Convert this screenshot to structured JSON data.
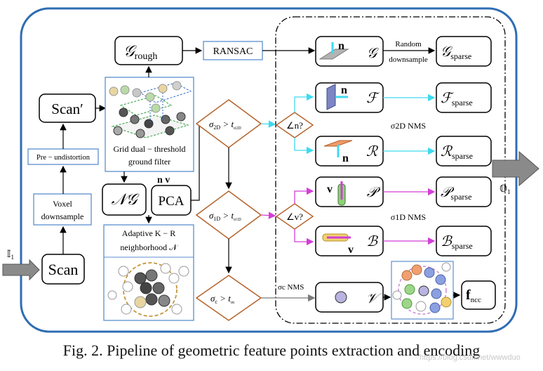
{
  "nodes": {
    "scan": "Scan",
    "scan_prime": "Scan′",
    "voxel_line1": "Voxel",
    "voxel_line2": "downsample",
    "pre_undistortion": "Pre − undistortion",
    "g_rough": "𝒢",
    "g_rough_sub": "rough",
    "ransac": "RANSAC",
    "grid_filter_line1": "Grid dual − threshold",
    "grid_filter_line2": "ground filter",
    "ng": "𝒩𝒢",
    "pca": "PCA",
    "nv_label": "n  v",
    "adaptive_line1": "Adaptive K − R",
    "adaptive_line2": "neighborhood 𝒩",
    "g": "𝒢",
    "f": "ℱ",
    "r": "ℛ",
    "p": "𝒫",
    "bset": "ℬ",
    "vset": "𝒱",
    "g_sparse": "𝒢",
    "f_sparse": "ℱ",
    "r_sparse": "ℛ",
    "p_sparse": "𝒫",
    "b_sparse": "ℬ",
    "sparse_sub": "sparse",
    "fncc": "f",
    "fncc_sub": "ncc",
    "n_letter": "n",
    "v_letter": "v"
  },
  "decisions": {
    "sigma2d": "σ",
    "sigma2d_sub": "2D",
    "sigma1d": "σ",
    "sigma1d_sub": "1D",
    "sigmac": "σ",
    "sigmac_sub": "c",
    "gt": " > t",
    "t_sub_2d": "σ2D",
    "t_sub_1d": "σ1D",
    "t_sub_c": "σc",
    "angle_n": "∠n?",
    "angle_v": "∠v?"
  },
  "labels": {
    "random": "Random",
    "downsample": "downsample",
    "nms_2d": "σ2D  NMS",
    "nms_1d": "σ1D  NMS",
    "nms_c": "σc  NMS",
    "input": "𝕀",
    "input_sub": "1",
    "output": "𝕆",
    "output_sub": "1"
  },
  "caption": "Fig. 2.   Pipeline of geometric feature points extraction and encoding",
  "watermark": "https://blog.csdn.net/wwwduo",
  "colors": {
    "frame_blue": "#2f6db3",
    "box_blue": "#5b8fd0",
    "diamond_brown": "#b4622a",
    "cyan": "#3fd9f0",
    "magenta": "#d23fd6",
    "dark_navy": "#1a3060"
  }
}
